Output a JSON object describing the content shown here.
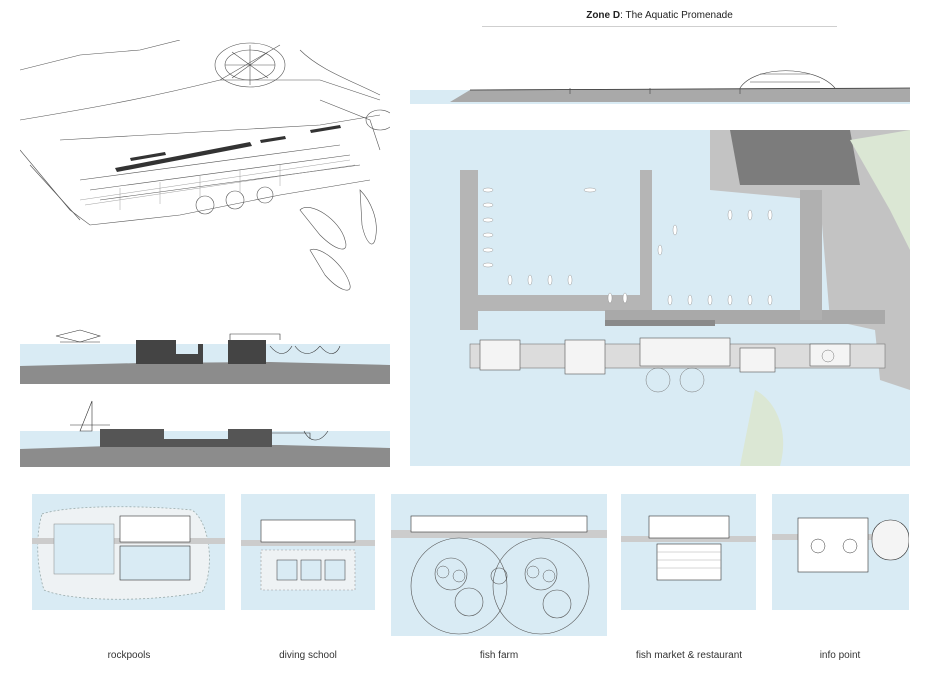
{
  "header": {
    "title_bold": "Zone D",
    "title_rest": ": The Aquatic Promenade"
  },
  "captions": {
    "rockpools": "rockpools",
    "diving_school": "diving school",
    "fish_farm": "fish farm",
    "fish_market": "fish market & restaurant",
    "info_point": "info point"
  },
  "colors": {
    "water": "#d9ebf4",
    "ground": "#8c8c8c",
    "line": "#333333"
  }
}
